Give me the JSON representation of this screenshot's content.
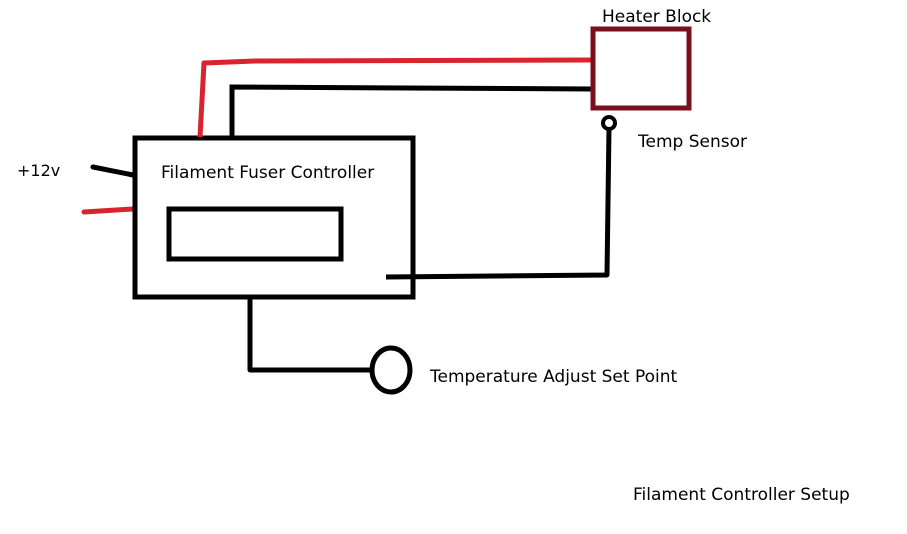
{
  "diagram": {
    "title": "Filament Controller Setup",
    "colors": {
      "wire_black": "#000000",
      "wire_red": "#d9232e",
      "heater_border": "#7a0f1e",
      "background": "#ffffff"
    },
    "labels": {
      "power": "+12v",
      "controller": "Filament Fuser Controller",
      "heater": "Heater Block",
      "sensor": "Temp Sensor",
      "setpoint": "Temperature Adjust Set Point"
    },
    "components": [
      {
        "id": "controller",
        "label": "Filament Fuser Controller",
        "has_display": true
      },
      {
        "id": "heater",
        "label": "Heater Block"
      },
      {
        "id": "sensor",
        "label": "Temp Sensor"
      },
      {
        "id": "setpoint",
        "label": "Temperature Adjust Set Point"
      },
      {
        "id": "power",
        "label": "+12v"
      }
    ],
    "connections": [
      {
        "from": "power",
        "to": "controller",
        "color": "black"
      },
      {
        "from": "power",
        "to": "controller",
        "color": "red"
      },
      {
        "from": "controller",
        "to": "heater",
        "color": "red"
      },
      {
        "from": "controller",
        "to": "heater",
        "color": "black"
      },
      {
        "from": "controller",
        "to": "sensor",
        "color": "black"
      },
      {
        "from": "controller",
        "to": "setpoint",
        "color": "black"
      }
    ]
  }
}
